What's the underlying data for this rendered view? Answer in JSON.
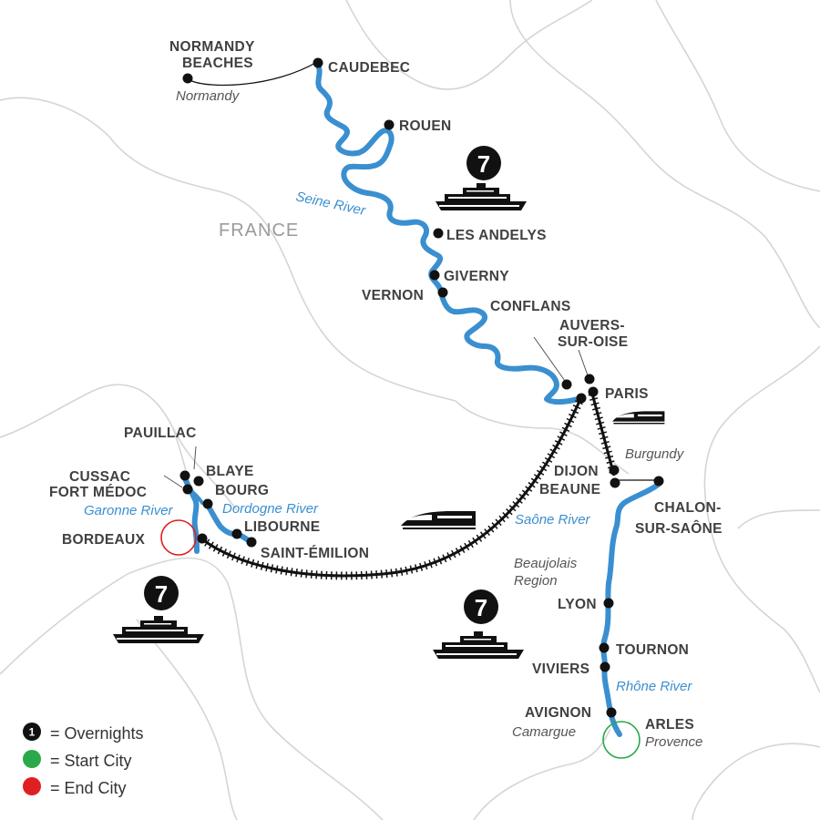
{
  "map": {
    "country_label": "FRANCE",
    "colors": {
      "river": "#3a8fd0",
      "border": "#d5d5d5",
      "city_dot": "#111111",
      "start_city": "#2aa84a",
      "end_city": "#e02020"
    },
    "cities": {
      "normandy_beaches_1": "NORMANDY",
      "normandy_beaches_2": "BEACHES",
      "caudebec": "CAUDEBEC",
      "rouen": "ROUEN",
      "les_andelys": "LES ANDELYS",
      "giverny": "GIVERNY",
      "vernon": "VERNON",
      "conflans": "CONFLANS",
      "auvers_1": "AUVERS-",
      "auvers_2": "SUR-OISE",
      "paris": "PARIS",
      "dijon": "DIJON",
      "beaune": "BEAUNE",
      "chalon_1": "CHALON-",
      "chalon_2": "SUR-SAÔNE",
      "lyon": "LYON",
      "tournon": "TOURNON",
      "viviers": "VIVIERS",
      "avignon": "AVIGNON",
      "arles": "ARLES",
      "pauillac": "PAUILLAC",
      "blaye": "BLAYE",
      "cussac": "CUSSAC",
      "fort_medoc": "FORT MÉDOC",
      "bourg": "BOURG",
      "bordeaux": "BORDEAUX",
      "libourne": "LIBOURNE",
      "saint_emilion": "SAINT-ÉMILION"
    },
    "regions": {
      "normandy": "Normandy",
      "burgundy": "Burgundy",
      "beaujolais_1": "Beaujolais",
      "beaujolais_2": "Region",
      "camargue": "Camargue",
      "provence": "Provence"
    },
    "rivers": {
      "seine": "Seine River",
      "saone": "Saône River",
      "rhone": "Rhône River",
      "garonne": "Garonne River",
      "dordogne": "Dordogne River"
    },
    "overnight_badges": [
      "7",
      "7",
      "7"
    ],
    "icons": [
      "river-ship-icon",
      "high-speed-train-icon"
    ]
  },
  "legend": {
    "overnights_symbol": "1",
    "overnights_label": "= Overnights",
    "start_label": "= Start City",
    "end_label": "= End City"
  }
}
